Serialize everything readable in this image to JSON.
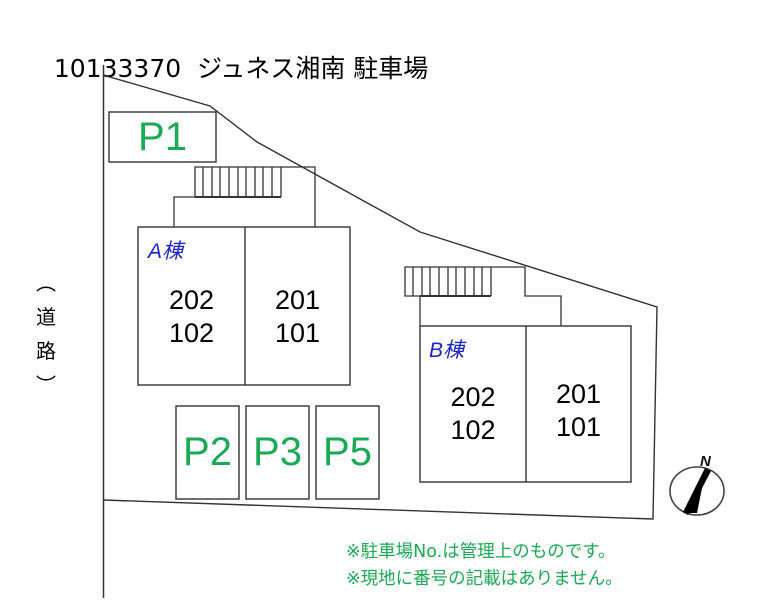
{
  "title": {
    "code": "10133370",
    "name": "ジュネス湘南 駐車場"
  },
  "road_label": {
    "open": "︵",
    "chars": [
      "道",
      "路"
    ],
    "close": "︶"
  },
  "parking_spaces": [
    {
      "id": "P1",
      "label": "P1"
    },
    {
      "id": "P2",
      "label": "P2"
    },
    {
      "id": "P3",
      "label": "P3"
    },
    {
      "id": "P5",
      "label": "P5"
    }
  ],
  "buildings": [
    {
      "name": "A棟",
      "left_units": {
        "upper": "202",
        "lower": "102"
      },
      "right_units": {
        "upper": "201",
        "lower": "101"
      }
    },
    {
      "name": "B棟",
      "left_units": {
        "upper": "202",
        "lower": "102"
      },
      "right_units": {
        "upper": "201",
        "lower": "101"
      }
    }
  ],
  "compass": {
    "label": "N",
    "icon": "north-arrow-icon"
  },
  "notes": [
    "※駐車場No.は管理上のものです。",
    "※現地に番号の記載はありません。"
  ],
  "colors": {
    "parking_label": "#1aaa55",
    "building_label": "#1c27c7",
    "note_text": "#1aaa55",
    "lines": "#333333"
  }
}
